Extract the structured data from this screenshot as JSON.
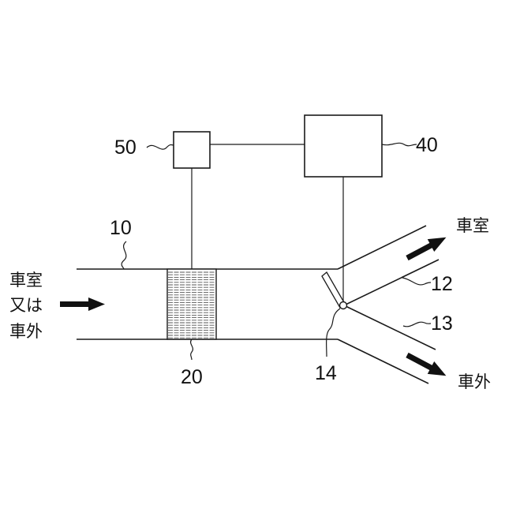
{
  "labels": {
    "duct": "10",
    "outlet_cabin": "12",
    "outlet_outside": "13",
    "damper": "14",
    "filter": "20",
    "controller": "40",
    "sensor": "50"
  },
  "text": {
    "inlet_line1": "車室",
    "inlet_line2": "又は",
    "inlet_line3": "車外",
    "outlet_upper": "車室",
    "outlet_lower": "車外"
  }
}
